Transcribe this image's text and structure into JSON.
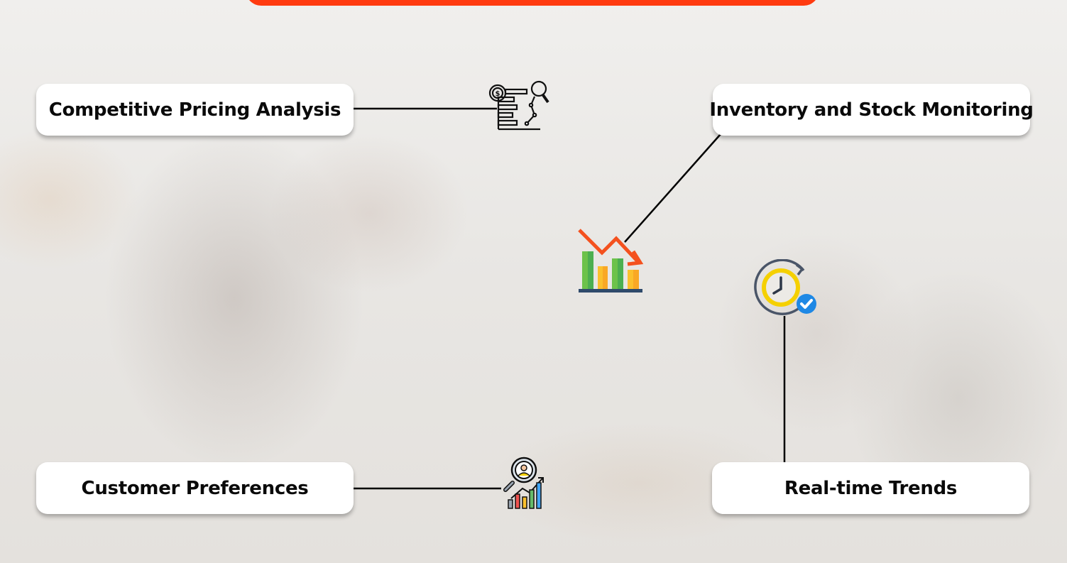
{
  "banner": {
    "color": "#ff3b10"
  },
  "cards": [
    {
      "id": "pricing",
      "label": "Competitive Pricing Analysis",
      "icon": "pricing-analysis-icon"
    },
    {
      "id": "inventory",
      "label": "Inventory and Stock Monitoring",
      "icon": "declining-bar-chart-icon"
    },
    {
      "id": "customer",
      "label": "Customer Preferences",
      "icon": "customer-analytics-icon"
    },
    {
      "id": "trends",
      "label": "Real-time Trends",
      "icon": "clock-refresh-check-icon"
    }
  ],
  "colors": {
    "card_bg": "#ffffff",
    "text": "#0a0a0a",
    "connector": "#000000",
    "chart_green": "#7cc242",
    "chart_yellow": "#fbc02d",
    "chart_arrow": "#f4511e",
    "chart_base": "#2f4a6b",
    "clock_ring": "#f5d000",
    "check_badge": "#1e88e5"
  }
}
